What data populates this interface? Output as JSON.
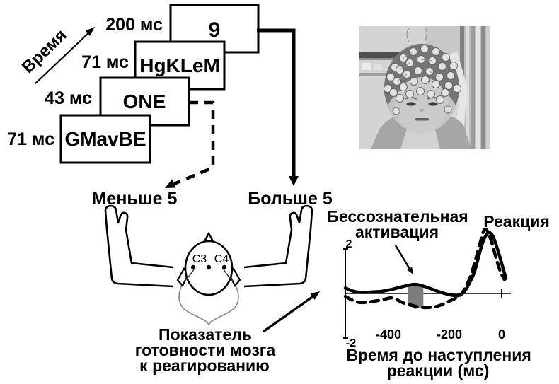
{
  "sequence": {
    "time_label": "Время",
    "frames": [
      {
        "duration": "200 мс",
        "stimulus": "9"
      },
      {
        "duration": "71 мс",
        "stimulus": "HgKLeM"
      },
      {
        "duration": "43 мс",
        "stimulus": "ONE"
      },
      {
        "duration": "71 мс",
        "stimulus": "GMavBE"
      }
    ]
  },
  "responses": {
    "less_label": "Меньше 5",
    "more_label": "Больше 5"
  },
  "head_diagram": {
    "electrode_left": "C3",
    "electrode_right": "C4"
  },
  "readiness_caption": {
    "line1": "Показатель",
    "line2": "готовности мозга",
    "line3": "к реагированию"
  },
  "chart_data": {
    "type": "line",
    "xlabel_line1": "Время до наступления",
    "xlabel_line2": "реакции (мс)",
    "ylim": [
      -2,
      2
    ],
    "xlim_ms": [
      -550,
      30
    ],
    "grid": false,
    "ytick_top": "2",
    "ytick_bottom": "-2",
    "xticks": [
      "-400",
      "-200",
      "0"
    ],
    "annotations": {
      "unconscious_line1": "Бессознательная",
      "unconscious_line2": "активация",
      "reaction_label": "Реакция"
    },
    "shaded_region_ms": [
      -330,
      -275
    ],
    "series": [
      {
        "name": "solid",
        "style": "solid",
        "x_ms": [
          -549,
          -530,
          -510,
          -480,
          -450,
          -420,
          -390,
          -360,
          -330,
          -305,
          -280,
          -250,
          -225,
          -200,
          -175,
          -155,
          -140,
          -125,
          -110,
          -95,
          -80,
          -65,
          -50,
          -42,
          -30,
          -15,
          0,
          15
        ],
        "y": [
          0.25,
          0.14,
          0.07,
          0.05,
          0.07,
          0.1,
          0.17,
          0.27,
          0.36,
          0.41,
          0.35,
          0.22,
          0.1,
          0.0,
          -0.08,
          -0.1,
          -0.02,
          0.2,
          0.55,
          1.0,
          1.7,
          2.35,
          2.7,
          2.73,
          2.55,
          2.0,
          1.35,
          0.68
        ]
      },
      {
        "name": "dashed",
        "style": "dashed",
        "x_ms": [
          -549,
          -525,
          -500,
          -475,
          -450,
          -425,
          -400,
          -385,
          -365,
          -340,
          -310,
          -285,
          -260,
          -235,
          -210,
          -185,
          -160,
          -140,
          -120,
          -105,
          -90,
          -75,
          -65,
          -58,
          -48,
          -35,
          -20,
          -5,
          10
        ],
        "y": [
          -0.13,
          -0.3,
          -0.4,
          -0.4,
          -0.35,
          -0.3,
          -0.22,
          -0.2,
          -0.3,
          -0.45,
          -0.55,
          -0.62,
          -0.63,
          -0.6,
          -0.5,
          -0.35,
          -0.2,
          0.0,
          0.45,
          0.95,
          1.6,
          2.3,
          2.75,
          2.89,
          2.75,
          2.3,
          1.6,
          1.0,
          0.62
        ]
      }
    ]
  },
  "colors": {
    "ink": "#000000",
    "shaded_band": "#7d7d7d",
    "neck_outline_gray": "#8a8a8a"
  }
}
